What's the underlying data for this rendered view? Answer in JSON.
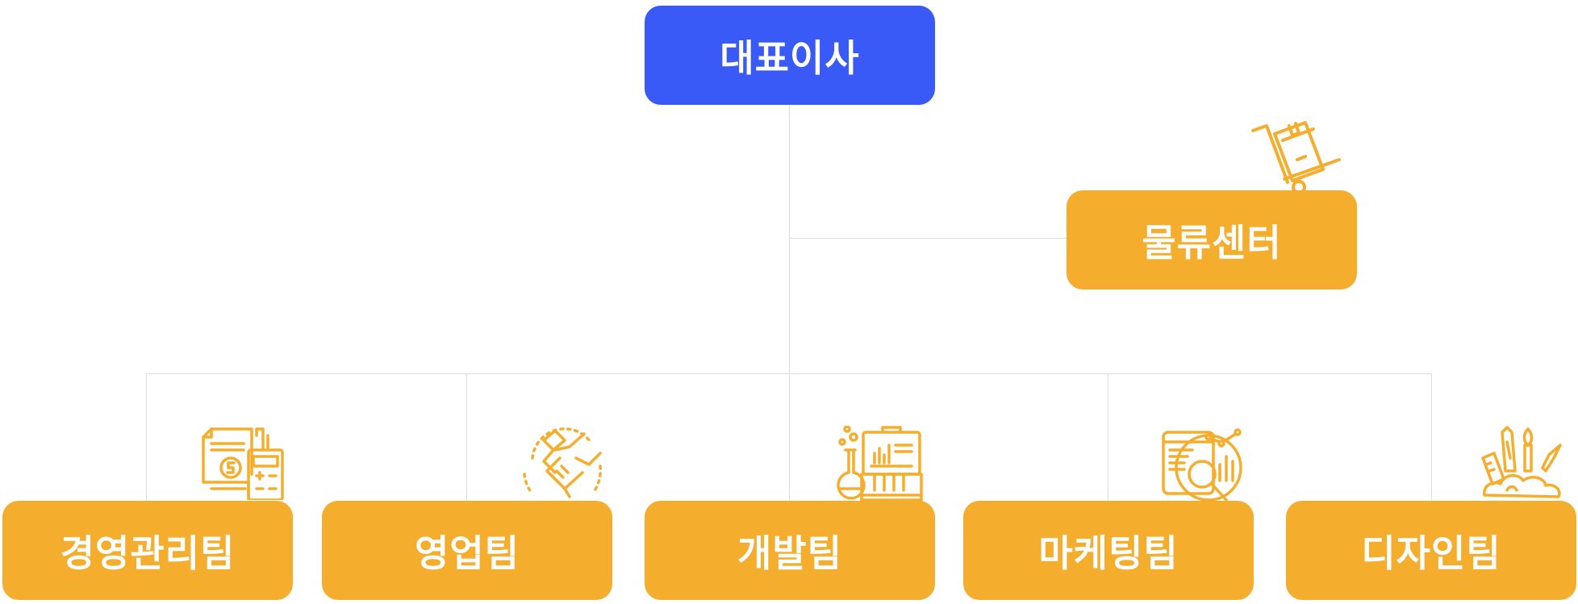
{
  "org": {
    "ceo": {
      "label": "대표이사"
    },
    "logistics": {
      "label": "물류센터",
      "icon": "hand-truck-icon"
    },
    "teams": [
      {
        "label": "경영관리팀",
        "icon": "accounting-icon"
      },
      {
        "label": "영업팀",
        "icon": "handshake-icon"
      },
      {
        "label": "개발팀",
        "icon": "lab-research-icon"
      },
      {
        "label": "마케팅팀",
        "icon": "analytics-icon"
      },
      {
        "label": "디자인팀",
        "icon": "design-tools-icon"
      }
    ]
  },
  "colors": {
    "ceo_box": "#3a5af8",
    "team_box": "#f5ad2d",
    "icon": "#f5ad2d",
    "connector": "#dcdcdc",
    "text": "#ffffff"
  }
}
